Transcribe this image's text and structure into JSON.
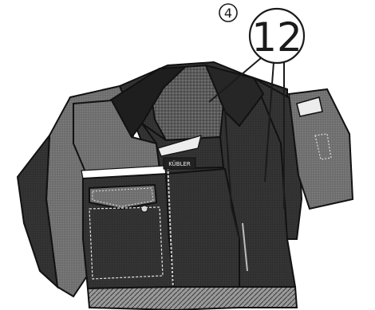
{
  "callouts": {
    "small_label": "4",
    "large_label": "12"
  },
  "logo_text": "KÜBLER",
  "colors": {
    "dark_panel": "#2e2e2e",
    "mid_panel": "#6c6c6c",
    "light_panel": "#9a9a9a",
    "outline": "#111111",
    "stripe": "#ffffff"
  }
}
